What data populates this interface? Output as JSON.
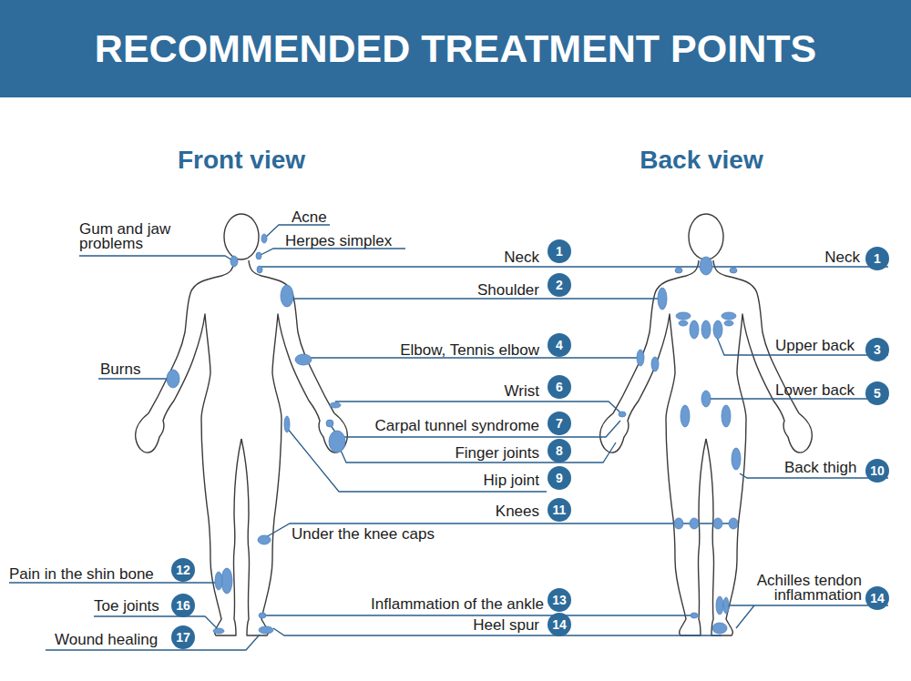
{
  "diagram": {
    "title": "RECOMMENDED TREATMENT POINTS",
    "labels": [
      "Front view",
      "Back view",
      "Gum and jaw problems",
      "Acne",
      "Herpes simplex",
      "Neck",
      "1",
      "Neck",
      "1",
      "Shoulder",
      "2",
      "Upper back",
      "3",
      "Elbow, Tennis elbow",
      "4",
      "Burns",
      "Wrist",
      "6",
      "Lower back",
      "5",
      "Carpal tunnel syndrome",
      "7",
      "Finger joints",
      "8",
      "Back thigh",
      "10",
      "Hip joint",
      "9",
      "Knees",
      "11",
      "Under the knee caps",
      "Pain in the shin bone",
      "12",
      "Achilles tendon inflammation",
      "14",
      "Inflammation of the ankle",
      "13",
      "Toe joints",
      "16",
      "Heel spur",
      "14",
      "Wound healing",
      "17"
    ]
  }
}
